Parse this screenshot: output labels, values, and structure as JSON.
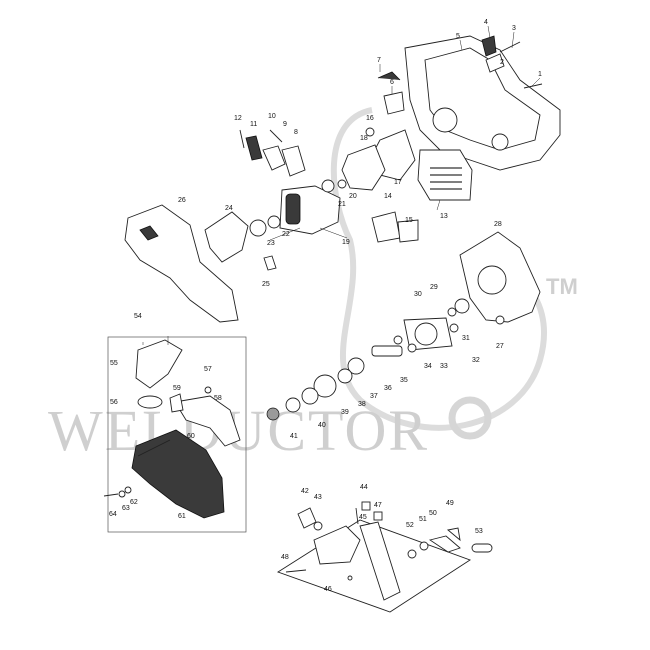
{
  "watermark": {
    "text": "WELDUCTOR",
    "tm": "TM"
  },
  "callouts": [
    "1",
    "2",
    "3",
    "4",
    "5",
    "6",
    "7",
    "8",
    "9",
    "10",
    "11",
    "12",
    "13",
    "14",
    "15",
    "16",
    "17",
    "18",
    "19",
    "20",
    "21",
    "22",
    "23",
    "24",
    "25",
    "26",
    "27",
    "28",
    "29",
    "30",
    "31",
    "32",
    "33",
    "34",
    "35",
    "36",
    "37",
    "38",
    "39",
    "40",
    "41",
    "42",
    "43",
    "44",
    "45",
    "46",
    "47",
    "48",
    "49",
    "50",
    "51",
    "52",
    "53",
    "54",
    "55",
    "56",
    "57",
    "58",
    "59",
    "60",
    "61",
    "62",
    "63",
    "64"
  ]
}
